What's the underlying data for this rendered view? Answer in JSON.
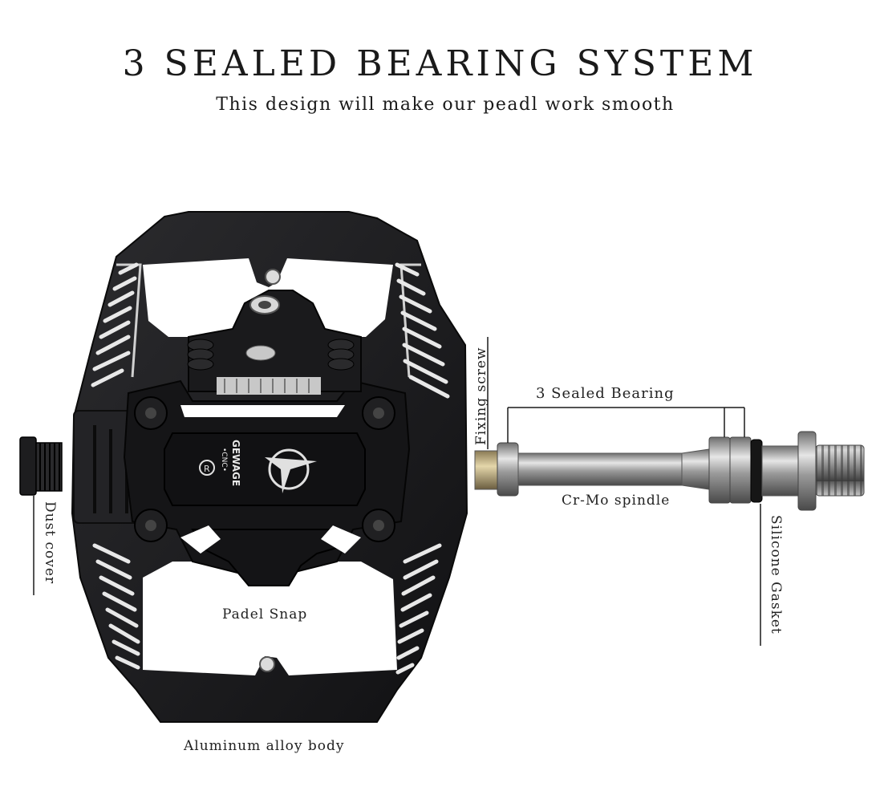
{
  "header": {
    "title": "3 SEALED BEARING SYSTEM",
    "subtitle": "This design will make our peadl work smooth"
  },
  "brand": {
    "logo_text": "GEWAGE",
    "logo_sub": "•CNC•"
  },
  "callouts": {
    "fixing_screw": "Fixing screw",
    "sealed_bearing": "3 Sealed Bearing",
    "spindle": "Cr-Mo spindle",
    "gasket": "Silicone Gasket",
    "dust_cover": "Dust cover",
    "snap": "Padel Snap",
    "body": "Aluminum alloy body"
  },
  "colors": {
    "pedal_body": "#1b1b1d",
    "pedal_highlight": "#e8e8e8",
    "spindle": "#b8b8b8"
  }
}
